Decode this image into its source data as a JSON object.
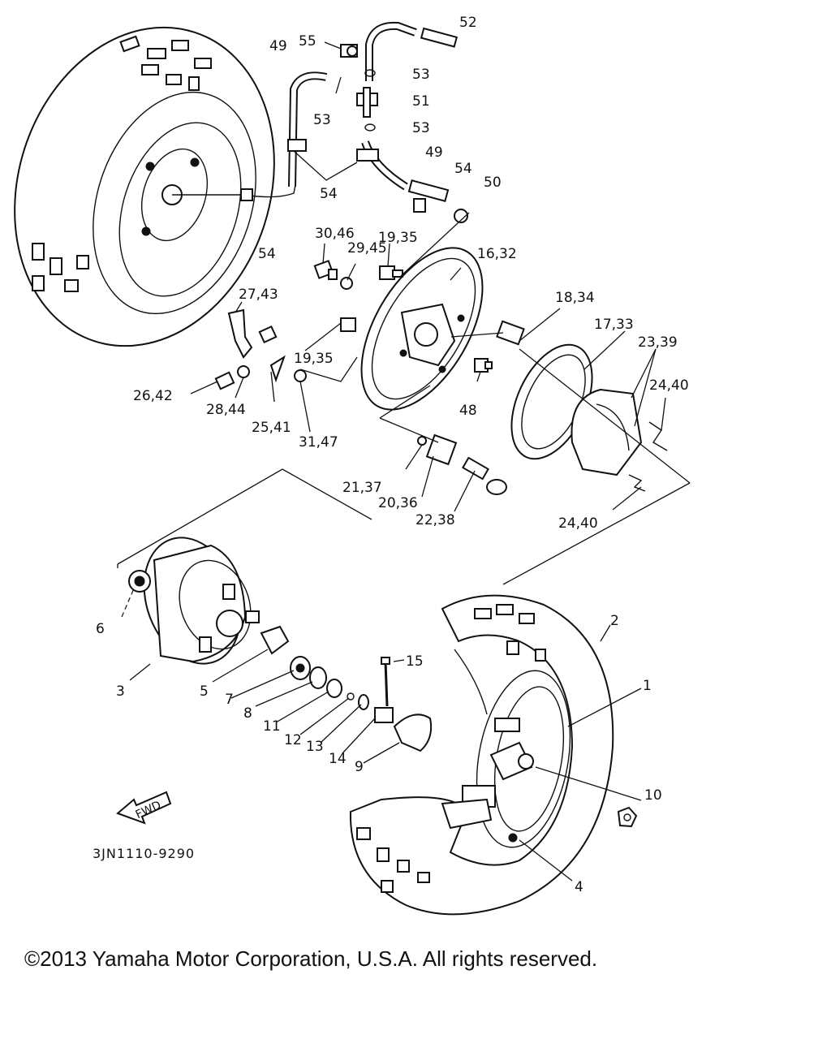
{
  "diagram": {
    "drawing_code": "3JN1110-9290",
    "fwd_arrow": "FWD",
    "callouts": {
      "c1": "1",
      "c2": "2",
      "c3": "3",
      "c4": "4",
      "c5": "5",
      "c6": "6",
      "c7": "7",
      "c8": "8",
      "c9": "9",
      "c10": "10",
      "c11": "11",
      "c12": "12",
      "c13": "13",
      "c14": "14",
      "c15": "15",
      "c16_32": "16,32",
      "c17_33": "17,33",
      "c18_34": "18,34",
      "c19_35_top": "19,35",
      "c19_35_low": "19,35",
      "c20_36": "20,36",
      "c21_37": "21,37",
      "c22_38": "22,38",
      "c23_39": "23,39",
      "c24_40_top": "24,40",
      "c24_40_low": "24,40",
      "c25_41": "25,41",
      "c26_42": "26,42",
      "c27_43": "27,43",
      "c28_44": "28,44",
      "c29_45": "29,45",
      "c30_46": "30,46",
      "c31_47": "31,47",
      "c48": "48",
      "c49_top": "49",
      "c49_mid": "49",
      "c50": "50",
      "c51": "51",
      "c52": "52",
      "c53_a": "53",
      "c53_b": "53",
      "c53_c": "53",
      "c54_a": "54",
      "c54_b": "54",
      "c54_c": "54",
      "c55": "55"
    }
  },
  "footer": {
    "copyright": "©2013 Yamaha Motor Corporation, U.S.A. All rights reserved."
  }
}
